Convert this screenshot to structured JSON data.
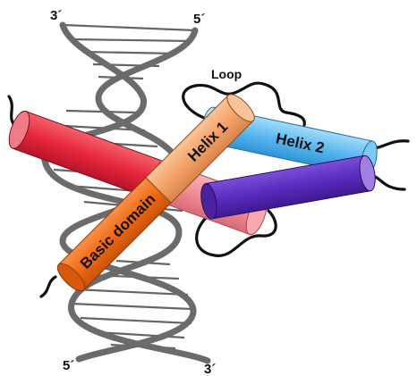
{
  "dna": {
    "top_left_end": "3´",
    "top_right_end": "5´",
    "bottom_left_end": "5´",
    "bottom_right_end": "3´"
  },
  "protein": {
    "loop_label": "Loop",
    "helix1_label": "Helix 1",
    "helix2_label": "Helix 2",
    "basic_domain_label": "Basic domain"
  },
  "colors": {
    "dna_backbone": "#6b6b6b",
    "base_pair": "#666666",
    "red_helix": "#e8283a",
    "pink_helix": "#f28b95",
    "orange_basic": "#f26a12",
    "orange_helix1": "#f6a66b",
    "blue_helix2": "#5ab8f0",
    "purple_helix": "#5a2bbf",
    "loop_line": "#111111"
  }
}
